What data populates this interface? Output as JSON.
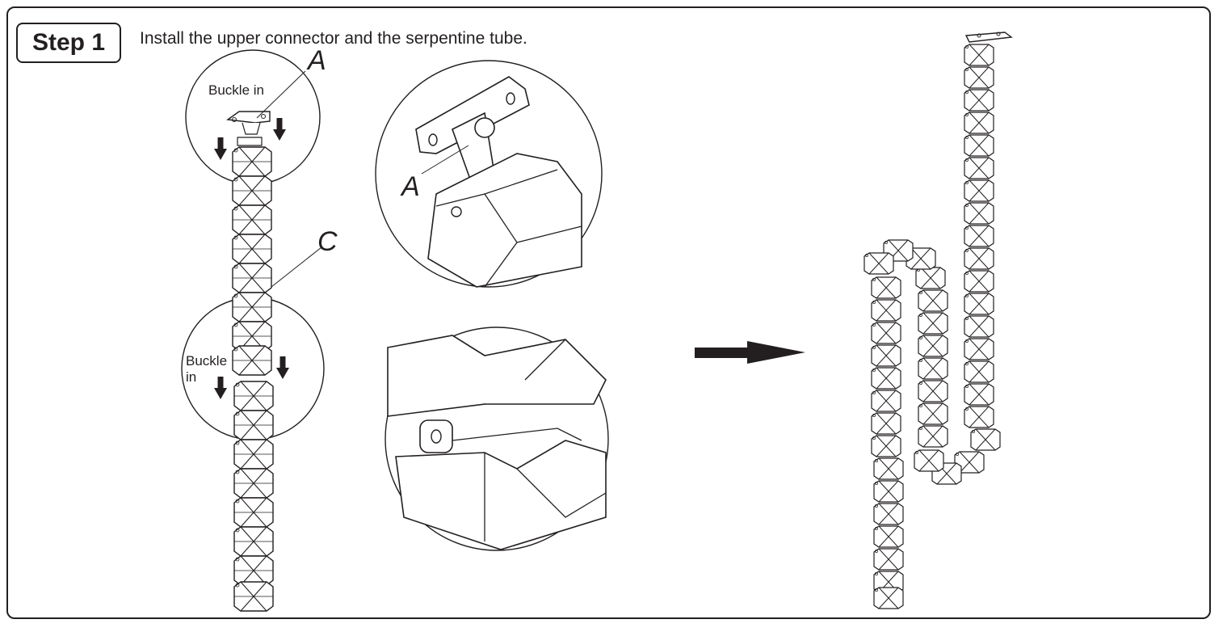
{
  "step": {
    "label": "Step 1",
    "instruction": "Install the upper connector and the serpentine tube."
  },
  "labels": {
    "callout_a_top": "A",
    "callout_a_detail": "A",
    "callout_c": "C",
    "buckle_top": "Buckle in",
    "buckle_lower_line1": "Buckle",
    "buckle_lower_line2": "in"
  },
  "colors": {
    "ink": "#231f20",
    "background": "#ffffff"
  }
}
